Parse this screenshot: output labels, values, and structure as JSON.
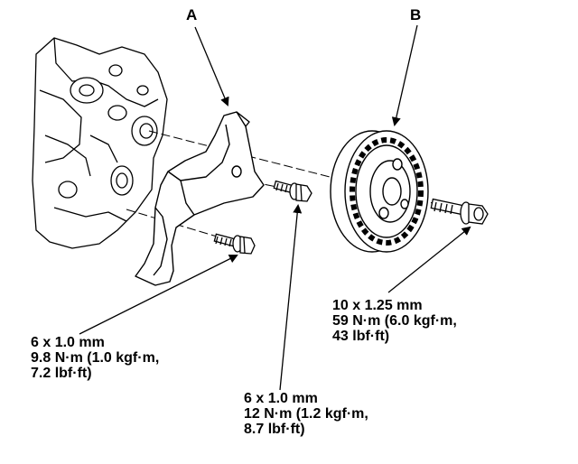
{
  "callouts": {
    "a": "A",
    "b": "B"
  },
  "specs": {
    "cover_bolt": {
      "size": "6 x 1.0 mm",
      "torque": "9.8 N·m (1.0 kgf·m,",
      "torque_imperial": "7.2 lbf·ft)"
    },
    "center_bolt": {
      "size": "6 x 1.0 mm",
      "torque": "12 N·m (1.2 kgf·m,",
      "torque_imperial": "8.7 lbf·ft)"
    },
    "pulley_bolt": {
      "size": "10 x 1.25 mm",
      "torque": "59 N·m (6.0 kgf·m,",
      "torque_imperial": "43 lbf·ft)"
    }
  },
  "colors": {
    "line": "#000000",
    "background": "#ffffff"
  }
}
